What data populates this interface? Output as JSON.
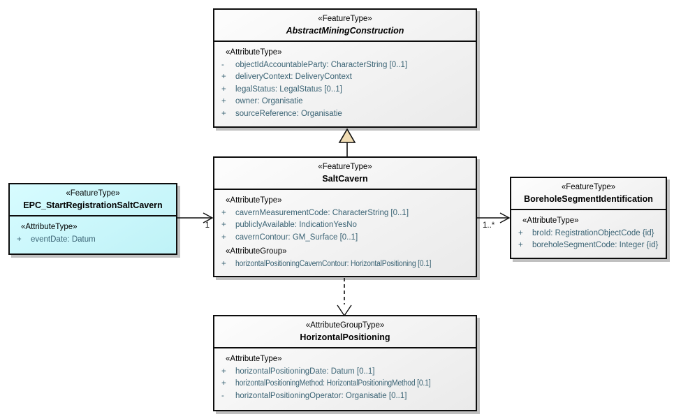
{
  "colors": {
    "attribute_text": "#3a6374",
    "box_fill_start": "#fdfdfd",
    "box_fill_end": "#eaeaea",
    "epc_fill_start": "#d7fcff",
    "epc_fill_end": "#bff2f7",
    "generalization_fill": "#f0dcb3",
    "line": "#0f0f0f"
  },
  "classes": {
    "abstract": {
      "stereotype": "«FeatureType»",
      "name": "AbstractMiningConstruction",
      "sections": [
        {
          "header": "«AttributeType»",
          "rows": [
            {
              "vis": "-",
              "text": "objectIdAccountableParty: CharacterString [0..1]"
            },
            {
              "vis": "+",
              "text": "deliveryContext: DeliveryContext"
            },
            {
              "vis": "+",
              "text": "legalStatus: LegalStatus [0..1]"
            },
            {
              "vis": "+",
              "text": "owner: Organisatie"
            },
            {
              "vis": "+",
              "text": "sourceReference: Organisatie"
            }
          ]
        }
      ]
    },
    "salt": {
      "stereotype": "«FeatureType»",
      "name": "SaltCavern",
      "sections": [
        {
          "header": "«AttributeType»",
          "rows": [
            {
              "vis": "+",
              "text": "cavernMeasurementCode: CharacterString [0..1]"
            },
            {
              "vis": "+",
              "text": "publiclyAvailable: IndicationYesNo"
            },
            {
              "vis": "+",
              "text": "cavernContour: GM_Surface [0..1]"
            }
          ]
        },
        {
          "header": "«AttributeGroup»",
          "rows": [
            {
              "vis": "+",
              "text": "horizontalPositioningCavernContour: HorizontalPositioning [0.1]",
              "condensed": true
            }
          ]
        }
      ]
    },
    "epc": {
      "stereotype": "«FeatureType»",
      "name": "EPC_StartRegistrationSaltCavern",
      "sections": [
        {
          "header": "«AttributeType»",
          "rows": [
            {
              "vis": "+",
              "text": "eventDate: Datum"
            }
          ]
        }
      ]
    },
    "borehole": {
      "stereotype": "«FeatureType»",
      "name": "BoreholeSegmentIdentification",
      "sections": [
        {
          "header": "«AttributeType»",
          "rows": [
            {
              "vis": "+",
              "text": "broId: RegistrationObjectCode {id}"
            },
            {
              "vis": "+",
              "text": "boreholeSegmentCode: Integer {id}"
            }
          ]
        }
      ]
    },
    "hp": {
      "stereotype": "«AttributeGroupType»",
      "name": "HorizontalPositioning",
      "sections": [
        {
          "header": "«AttributeType»",
          "rows": [
            {
              "vis": "+",
              "text": "horizontalPositioningDate: Datum [0..1]"
            },
            {
              "vis": "+",
              "text": "horizontalPositioningMethod: HorizontalPositioningMethod [0.1]",
              "condensed": true
            },
            {
              "vis": "-",
              "text": "horizontalPositioningOperator: Organisatie [0..1]"
            }
          ]
        }
      ]
    }
  },
  "connectors": {
    "epc_to_salt": {
      "type": "association",
      "label": "1"
    },
    "salt_to_borehole": {
      "type": "association",
      "label": "1..*"
    },
    "salt_to_abstract": {
      "type": "generalization"
    },
    "salt_to_hp": {
      "type": "dependency"
    }
  }
}
